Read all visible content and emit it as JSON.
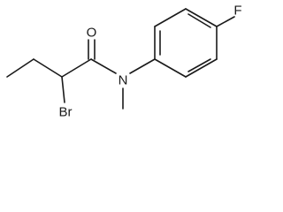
{
  "structure": {
    "atoms": {
      "oxygen": "O",
      "nitrogen": "N",
      "bromine": "Br",
      "fluorine": "F"
    },
    "bond_color": "#1a1a1a",
    "background": "#ffffff"
  }
}
